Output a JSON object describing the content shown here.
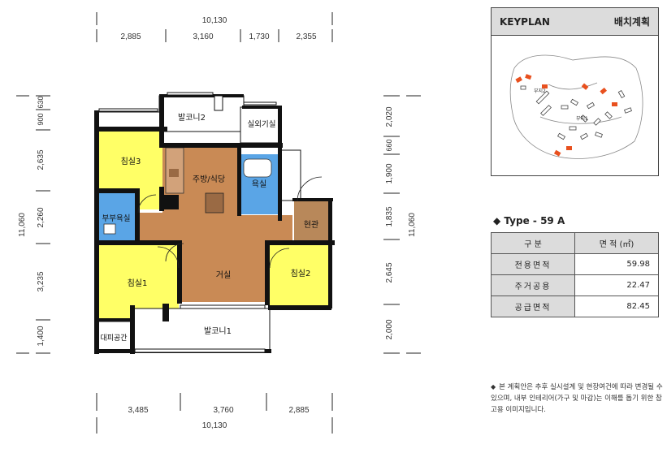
{
  "floor_plan": {
    "top_total": "10,130",
    "top_dims": [
      "2,885",
      "3,160",
      "1,730",
      "2,355"
    ],
    "bottom_dims": [
      "3,485",
      "3,760",
      "2,885"
    ],
    "bottom_total": "10,130",
    "left_total": "11,060",
    "left_dims": [
      "630",
      "900",
      "2,635",
      "2,260",
      "3,235",
      "1,400"
    ],
    "right_total": "11,060",
    "right_dims": [
      "2,020",
      "660",
      "1,900",
      "1,835",
      "2,645",
      "2,000"
    ],
    "rooms": {
      "balcony2": "발코니2",
      "utility": "실외기실",
      "bedroom3": "침실3",
      "kitchen": "주방/식당",
      "bathroom": "욕실",
      "master_bath": "부부욕실",
      "entrance": "현관",
      "bedroom1": "침실1",
      "living": "거실",
      "bedroom2": "침실2",
      "balcony1": "발코니1",
      "shelter": "대피공간"
    }
  },
  "keyplan": {
    "title": "KEYPLAN",
    "title_kr": "배치계획",
    "labels": [
      "부지2",
      "부지1"
    ]
  },
  "unit_type": {
    "bullet": "◆",
    "label": "Type - 59 A"
  },
  "area_table": {
    "header_label": "구 분",
    "header_value": "면 적 (㎡)",
    "rows": [
      {
        "label": "전용면적",
        "value": "59.98"
      },
      {
        "label": "주거공용",
        "value": "22.47"
      },
      {
        "label": "공급면적",
        "value": "82.45"
      }
    ]
  },
  "note": {
    "bullet": "◆",
    "text": "본 계획안은 추후 실시설계 및 현장여건에 따라 변경될 수 있으며, 내부 인테리어(가구 및 마감)는 이해를 돕기 위한 참고용 이미지입니다."
  },
  "colors": {
    "yellow_room": "#ffff66",
    "living_room": "#c98a55",
    "bathroom": "#5aa5e6",
    "entrance": "#b8885a",
    "wall": "#111111",
    "keyplan_highlight": "#e8501e",
    "header_bg": "#dcdcdc"
  }
}
